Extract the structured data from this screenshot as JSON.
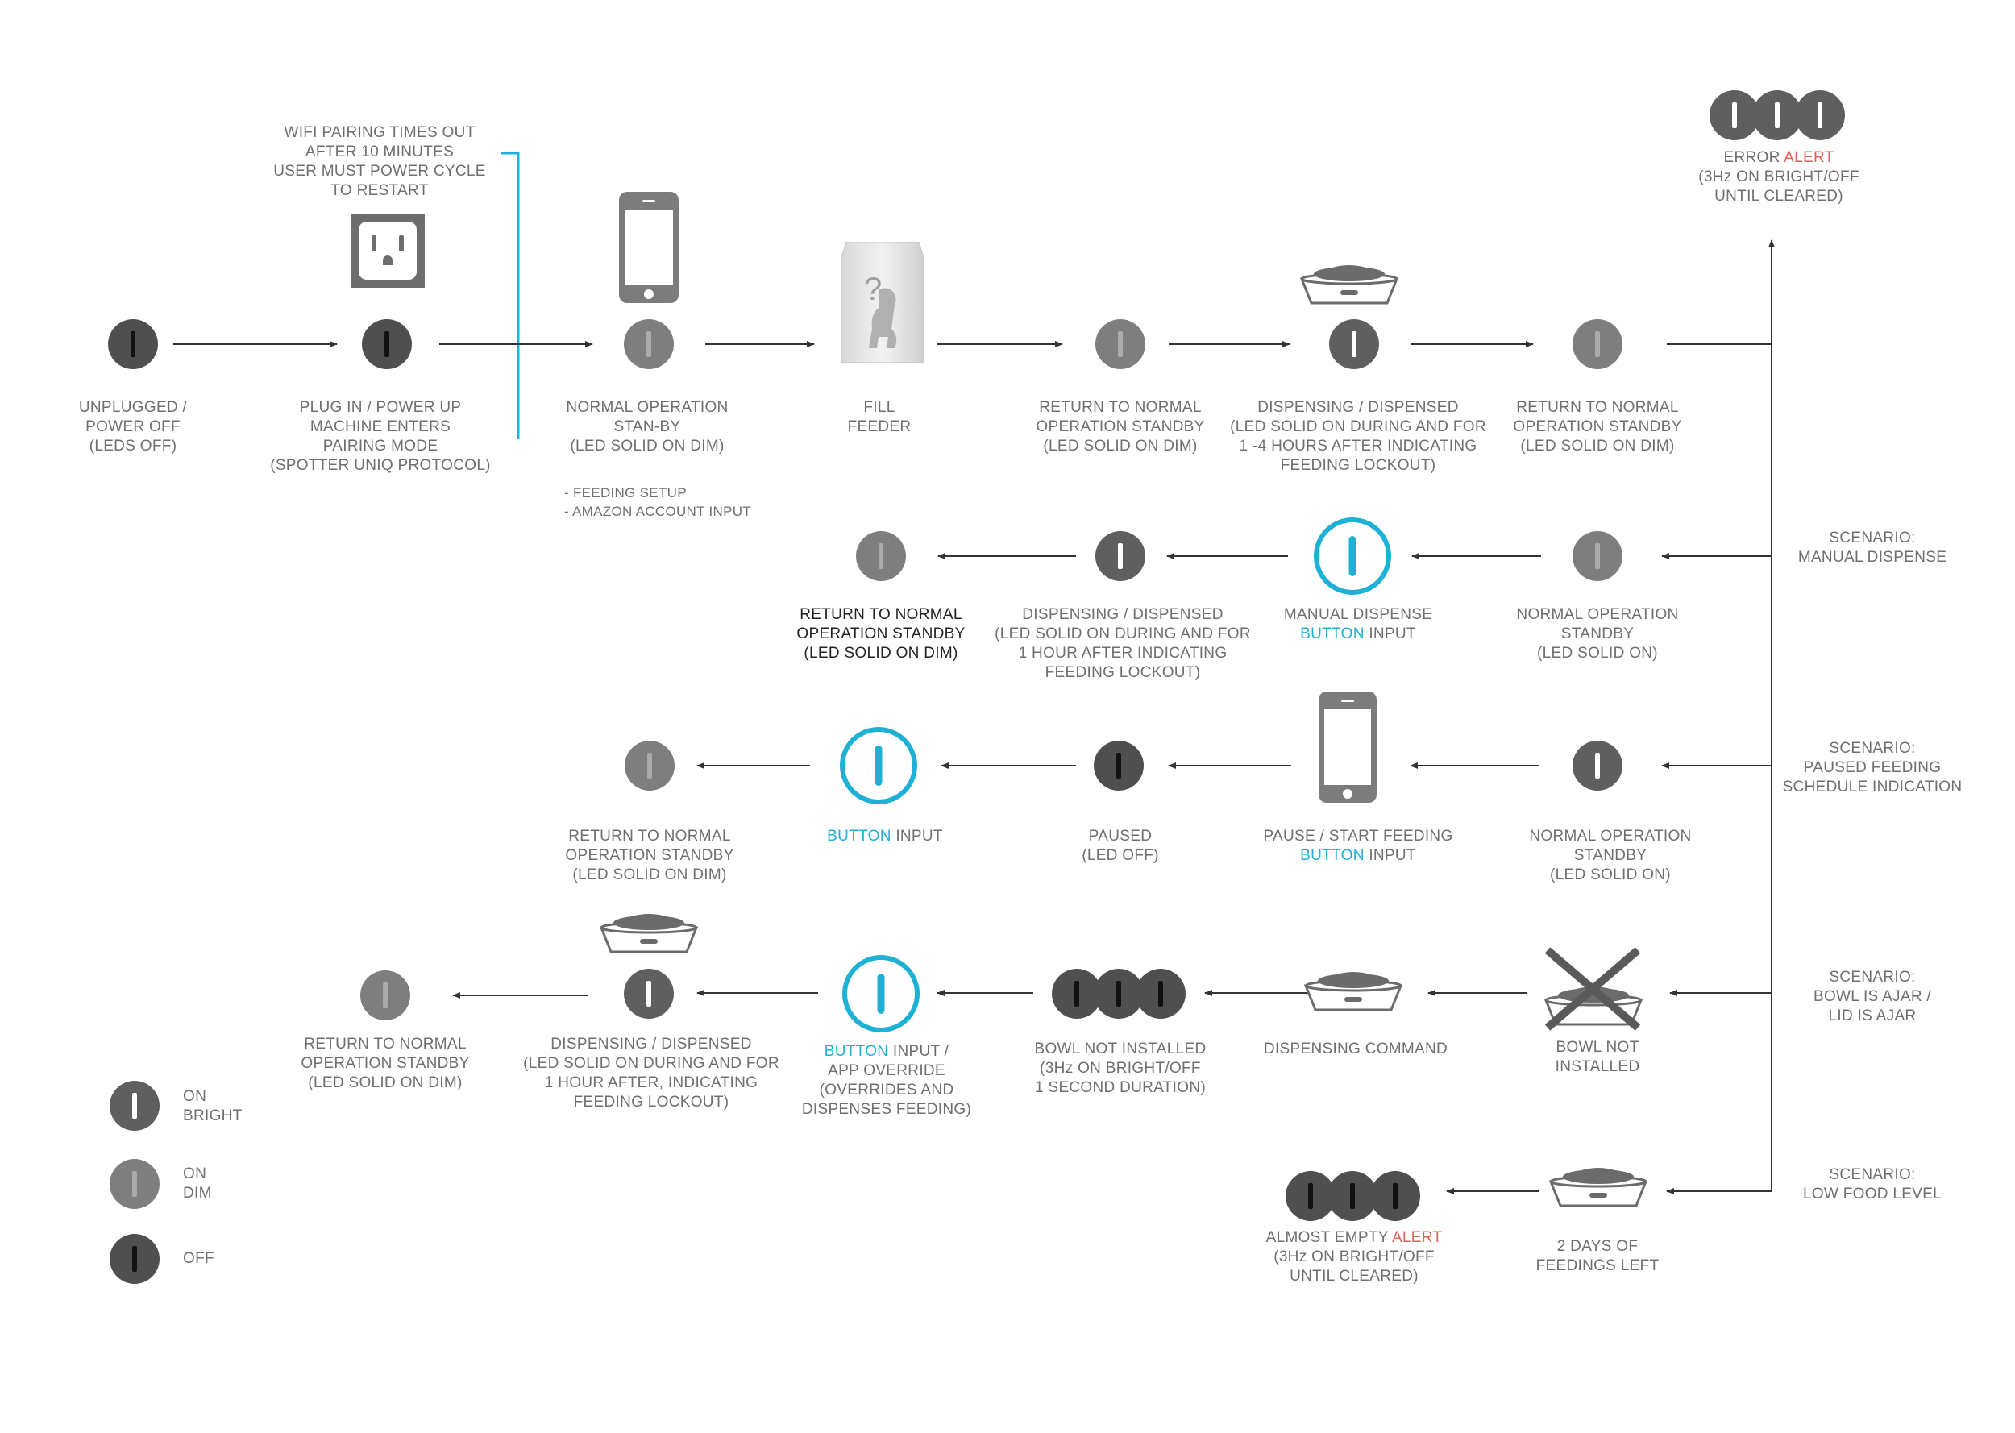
{
  "diagram": {
    "wifi_note": [
      "WIFI PAIRING TIMES OUT",
      "AFTER 10 MINUTES",
      "USER MUST POWER CYCLE",
      "TO RESTART"
    ],
    "main_flow": [
      {
        "id": "unplugged",
        "led": "off",
        "label": [
          "UNPLUGGED /",
          "POWER OFF",
          "(LEDS OFF)"
        ]
      },
      {
        "id": "plug-in",
        "led": "off",
        "label": [
          "PLUG IN / POWER UP",
          "MACHINE ENTERS",
          "PAIRING MODE",
          "(SPOTTER UNIQ PROTOCOL)"
        ]
      },
      {
        "id": "normal-standby",
        "led": "dim",
        "label": [
          "NORMAL OPERATION",
          "STAN-BY",
          "(LED SOLID ON DIM)"
        ],
        "notes": [
          "- FEEDING SETUP",
          "- AMAZON ACCOUNT INPUT"
        ]
      },
      {
        "id": "fill",
        "label": [
          "FILL",
          "FEEDER"
        ]
      },
      {
        "id": "return-standby-1",
        "led": "dim",
        "label": [
          "RETURN TO NORMAL",
          "OPERATION STANDBY",
          "(LED SOLID ON DIM)"
        ]
      },
      {
        "id": "dispensing-1",
        "led": "bright",
        "label": [
          "DISPENSING / DISPENSED",
          "(LED SOLID ON DURING AND FOR",
          "1 -4  HOURS AFTER INDICATING",
          "FEEDING LOCKOUT)"
        ]
      },
      {
        "id": "return-standby-2",
        "led": "dim",
        "label": [
          "RETURN TO NORMAL",
          "OPERATION STANDBY",
          "(LED SOLID ON DIM)"
        ]
      }
    ],
    "error": {
      "label_pre": "ERROR ",
      "label_alert": "ALERT",
      "label_lines": [
        "(3Hz ON BRIGHT/OFF",
        "UNTIL CLEARED)"
      ]
    },
    "scenarios": [
      {
        "id": "manual-dispense",
        "label": [
          "SCENARIO:",
          "MANUAL DISPENSE"
        ]
      },
      {
        "id": "paused-feeding",
        "label": [
          "SCENARIO:",
          "PAUSED FEEDING",
          "SCHEDULE INDICATION"
        ]
      },
      {
        "id": "bowl-ajar",
        "label": [
          "SCENARIO:",
          "BOWL IS AJAR /",
          "LID IS AJAR"
        ]
      },
      {
        "id": "low-food",
        "label": [
          "SCENARIO:",
          "LOW FOOD LEVEL"
        ]
      }
    ],
    "row_manual": {
      "normal": [
        "NORMAL OPERATION",
        "STANDBY",
        "(LED SOLID ON)"
      ],
      "button_pre": "MANUAL DISPENSE",
      "button_word": "BUTTON",
      "button_post": " INPUT",
      "dispensing": [
        "DISPENSING / DISPENSED",
        "(LED SOLID ON DURING AND FOR",
        "1 HOUR AFTER INDICATING",
        "FEEDING LOCKOUT)"
      ],
      "return": [
        "RETURN TO NORMAL",
        "OPERATION STANDBY",
        "(LED SOLID ON DIM)"
      ]
    },
    "row_paused": {
      "normal": [
        "NORMAL OPERATION",
        "STANDBY",
        "(LED SOLID ON)"
      ],
      "pause_line": "PAUSE / START FEEDING",
      "button_word": "BUTTON",
      "button_post": " INPUT",
      "paused": [
        "PAUSED",
        "(LED OFF)"
      ],
      "button2_word": "BUTTON",
      "button2_post": " INPUT",
      "return": [
        "RETURN TO NORMAL",
        "OPERATION STANDBY",
        "(LED SOLID ON DIM)"
      ]
    },
    "row_bowl": {
      "not_installed": [
        "BOWL NOT",
        "INSTALLED"
      ],
      "command": [
        "DISPENSING COMMAND"
      ],
      "alert": [
        "BOWL NOT INSTALLED",
        "(3Hz ON BRIGHT/OFF",
        "1 SECOND DURATION)"
      ],
      "button_word": "BUTTON",
      "button_post": " INPUT /",
      "override": [
        "APP OVERRIDE",
        "(OVERRIDES AND",
        "DISPENSES FEEDING)"
      ],
      "dispensing": [
        "DISPENSING / DISPENSED",
        "(LED SOLID ON DURING AND FOR",
        "1  HOUR AFTER, INDICATING",
        "FEEDING LOCKOUT)"
      ],
      "return": [
        "RETURN TO NORMAL",
        "OPERATION STANDBY",
        "(LED SOLID ON DIM)"
      ]
    },
    "row_low": {
      "days_left": [
        "2 DAYS OF",
        "FEEDINGS LEFT"
      ],
      "alert_pre": "ALMOST EMPTY ",
      "alert_word": "ALERT",
      "alert_lines": [
        "(3Hz ON BRIGHT/OFF",
        "UNTIL CLEARED)"
      ]
    },
    "legend": [
      {
        "state": "bright",
        "label": [
          "ON",
          "BRIGHT"
        ]
      },
      {
        "state": "dim",
        "label": [
          "ON",
          "DIM"
        ]
      },
      {
        "state": "off",
        "label": [
          "OFF"
        ]
      }
    ]
  },
  "colors": {
    "accent_blue": "#1fb0d6",
    "alert_red": "#e0625a",
    "text_gray": "#6f6f6f",
    "led_gray": "#5f5f5f"
  },
  "icons": [
    "wall-outlet-icon",
    "smartphone-icon",
    "food-bag-icon",
    "food-bowl-icon",
    "no-bowl-icon"
  ]
}
